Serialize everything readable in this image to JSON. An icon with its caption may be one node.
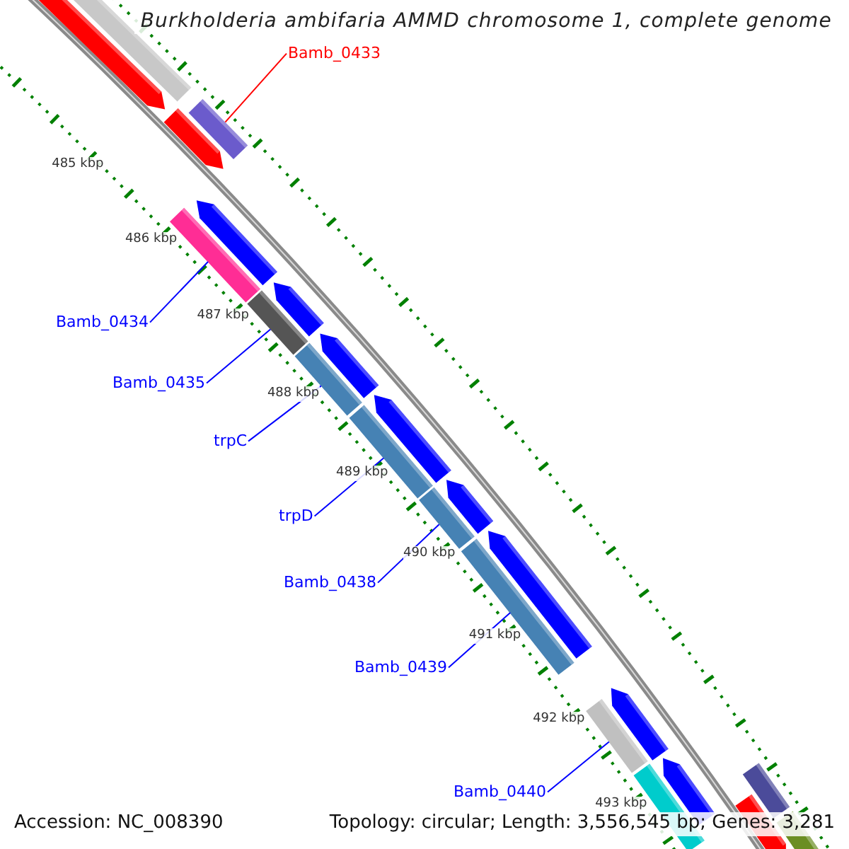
{
  "diagram": {
    "title": "Burkholderia ambifaria AMMD chromosome 1, complete genome",
    "nodes": [
      {
        "text": [
          "Bamb_0433"
        ]
      },
      {
        "text": [
          "Bamb_0434"
        ]
      },
      {
        "text": [
          "Bamb_0435"
        ]
      },
      {
        "text": [
          "trpC"
        ]
      },
      {
        "text": [
          "trpD"
        ]
      },
      {
        "text": [
          "Bamb_0438"
        ]
      },
      {
        "text": [
          "Bamb_0439"
        ]
      },
      {
        "text": [
          "Bamb_0440"
        ]
      },
      {
        "text": [],
        "shape": "bar"
      },
      {
        "text": [],
        "shape": "bar"
      },
      {
        "text": [],
        "shape": "bar"
      },
      {
        "text": [],
        "shape": "bar"
      },
      {
        "text": [],
        "shape": "bar"
      },
      {
        "text": [],
        "shape": "bar"
      },
      {
        "text": [],
        "shape": "bar"
      },
      {
        "text": [],
        "shape": "bar"
      }
    ],
    "edges": [
      {
        "from": 0,
        "to": 8,
        "arrow": "none",
        "color": "#ff0000"
      },
      {
        "from": 1,
        "to": 9,
        "arrow": "none"
      },
      {
        "from": 2,
        "to": 10,
        "arrow": "none"
      },
      {
        "from": 3,
        "to": 11,
        "arrow": "none"
      },
      {
        "from": 4,
        "to": 12,
        "arrow": "none"
      },
      {
        "from": 5,
        "to": 13,
        "arrow": "none"
      },
      {
        "from": 6,
        "to": 14,
        "arrow": "none"
      },
      {
        "from": 7,
        "to": 15,
        "arrow": "none"
      }
    ],
    "labels": [
      "485 kbp",
      "486 kbp",
      "487 kbp",
      "488 kbp",
      "489 kbp",
      "490 kbp",
      "491 kbp",
      "492 kbp",
      "493 kbp",
      "Accession: NC_008390",
      "Topology: circular; Length: 3,556,545 bp; Genes: 3,281"
    ]
  }
}
